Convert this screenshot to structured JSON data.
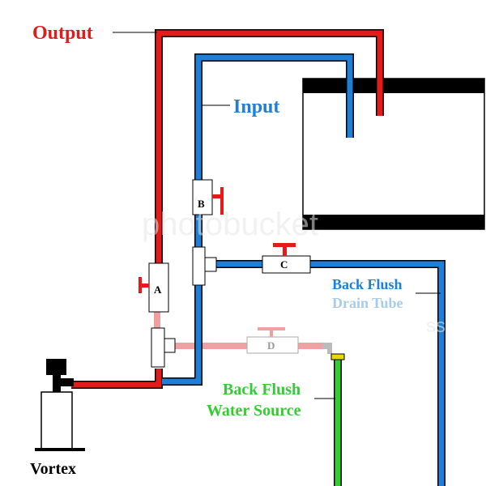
{
  "labels": {
    "output": "Output",
    "input": "Input",
    "back_flush_drain_line1": "Back Flush",
    "back_flush_drain_line2": "Drain Tube",
    "back_flush_source_line1": "Back Flush",
    "back_flush_source_line2": "Water Source",
    "vortex": "Vortex"
  },
  "valves": {
    "a": "A",
    "b": "B",
    "c": "C",
    "d": "D"
  },
  "watermark": {
    "text": "photobucket",
    "suffix": "ss"
  },
  "colors": {
    "output_pipe": "#e31b1b",
    "input_pipe": "#1f7fd6",
    "backflush_source_pipe": "#33cc33",
    "drain_label_light": "#a8cbe8",
    "faded_pipe": "#f0a0a0",
    "tank_band": "#000000"
  },
  "icons": {
    "valve_handle": "red-t-handle-icon",
    "pump": "vortex-pump-icon",
    "hose_fitting": "hose-fitting-icon"
  }
}
